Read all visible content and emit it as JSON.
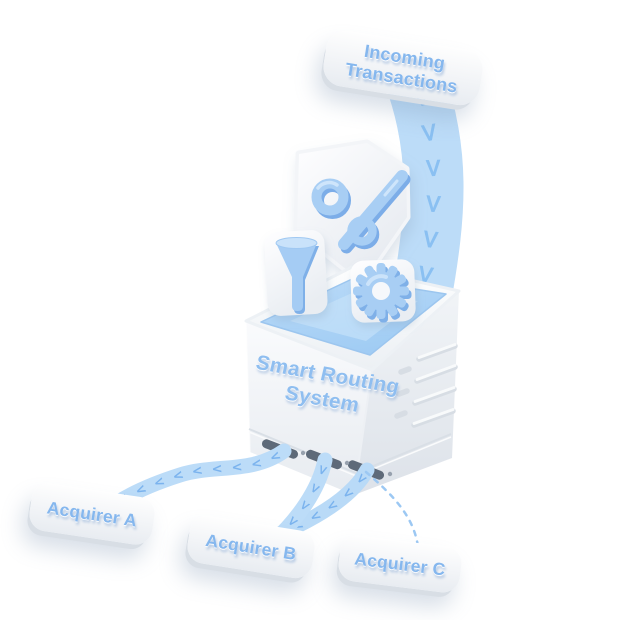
{
  "illustration": {
    "incoming": {
      "line1": "Incoming",
      "line2": "Transactions"
    },
    "hub": {
      "line1": "Smart Routing",
      "line2": "System"
    },
    "acquirers": [
      {
        "label": "Acquirer A"
      },
      {
        "label": "Acquirer B"
      },
      {
        "label": "Acquirer C"
      }
    ],
    "icons": [
      {
        "name": "shield-percent-icon"
      },
      {
        "name": "funnel-icon"
      },
      {
        "name": "gear-icon"
      }
    ],
    "chevrons": {
      "stream": ">>>>>>>",
      "to_a": ">>>>>>>>>",
      "to_b_primary": ">>>>>",
      "to_b_secondary": ">>>>>"
    },
    "colors": {
      "accent_text_blue": "#85B7EE",
      "ribbon_blue": "#BCDCF8",
      "chevron_blue": "#8AC0F2",
      "liquid_blue": "#A8D1F5",
      "surface_white": "#F4F6F9",
      "icon_blue": "#A8CEF4",
      "icon_blue_dark": "#7CADE8"
    }
  }
}
